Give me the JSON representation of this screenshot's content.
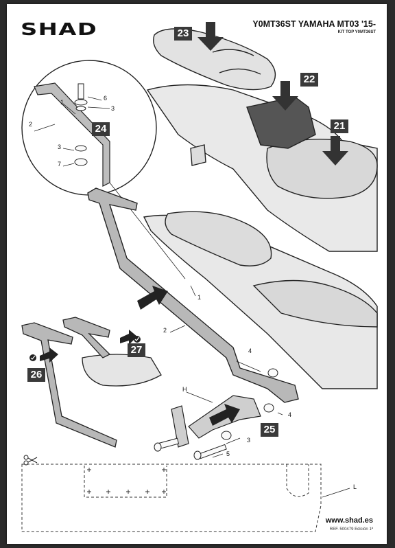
{
  "header": {
    "brand": "SHAD",
    "title": "Y0MT36ST YAMAHA MT03 '15-",
    "subtitle": "KIT TOP Y0MT36ST"
  },
  "steps": [
    "21",
    "22",
    "23",
    "24",
    "25",
    "26",
    "27"
  ],
  "parts": {
    "p1": "1",
    "p2": "2",
    "p3": "3",
    "p4": "4",
    "p5": "5",
    "p6": "6",
    "p7": "7",
    "pH": "H",
    "pL": "L"
  },
  "footer": {
    "website": "www.shad.es",
    "ref": "REF. 500479 Edición 1ª"
  },
  "icons": [
    "scissors-icon",
    "check-icon"
  ]
}
